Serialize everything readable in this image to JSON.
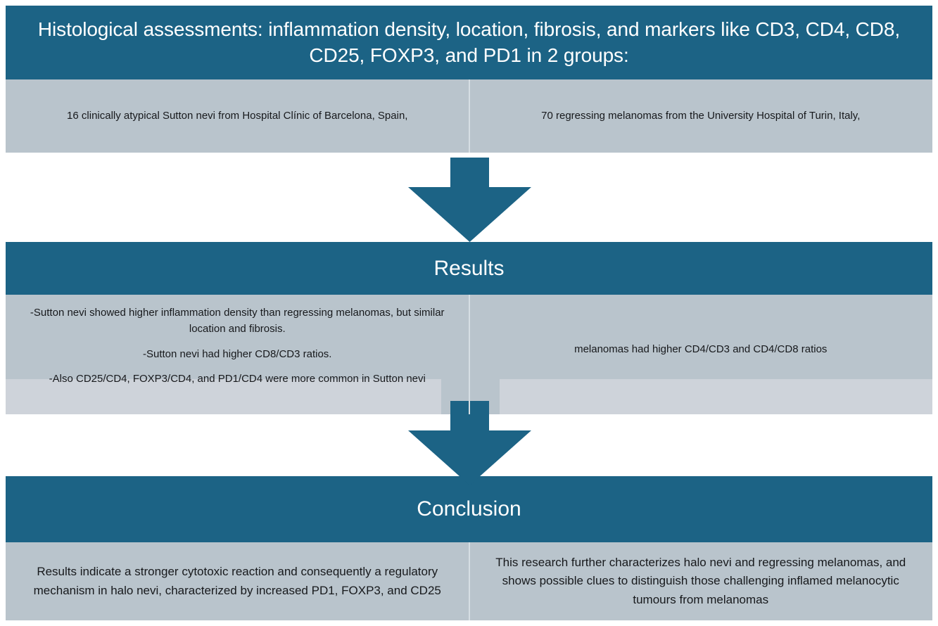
{
  "colors": {
    "header_blue": "#1c6385",
    "body_gray": "#b9c4cc",
    "light_gray": "#ced3da",
    "divider": "#d6dee3",
    "text_dark": "#17191c",
    "text_light": "#ffffff",
    "page_background": "#ffffff"
  },
  "diagram": {
    "type": "flow-diagram",
    "orientation": "vertical",
    "sections": 3,
    "columns_per_section": 2
  },
  "methods": {
    "header": "Histological assessments: inflammation density, location, fibrosis, and markers like CD3, CD4, CD8, CD25, FOXP3, and PD1 in 2 groups:",
    "left_cell": "16 clinically atypical Sutton nevi from Hospital Clínic of Barcelona, Spain,",
    "right_cell": "70 regressing melanomas from the University Hospital of Turin, Italy,"
  },
  "arrow_1": {
    "icon": "down-block-arrow-icon",
    "direction": "down"
  },
  "results": {
    "header": "Results",
    "left_cell": [
      "-Sutton nevi showed higher inflammation density than regressing melanomas, but similar location and fibrosis.",
      "-Sutton nevi had higher CD8/CD3 ratios.",
      "-Also CD25/CD4, FOXP3/CD4, and PD1/CD4 were more common in Sutton nevi"
    ],
    "right_cell": "melanomas had higher CD4/CD3 and CD4/CD8 ratios"
  },
  "arrow_2": {
    "icon": "down-block-arrow-icon",
    "direction": "down"
  },
  "conclusion": {
    "header": "Conclusion",
    "left_cell": "Results indicate a stronger cytotoxic reaction and consequently a regulatory mechanism in halo nevi, characterized by increased PD1, FOXP3, and CD25",
    "right_cell": "This research further characterizes halo nevi and regressing melanomas, and shows possible clues to distinguish those challenging inflamed melanocytic tumours from melanomas"
  }
}
